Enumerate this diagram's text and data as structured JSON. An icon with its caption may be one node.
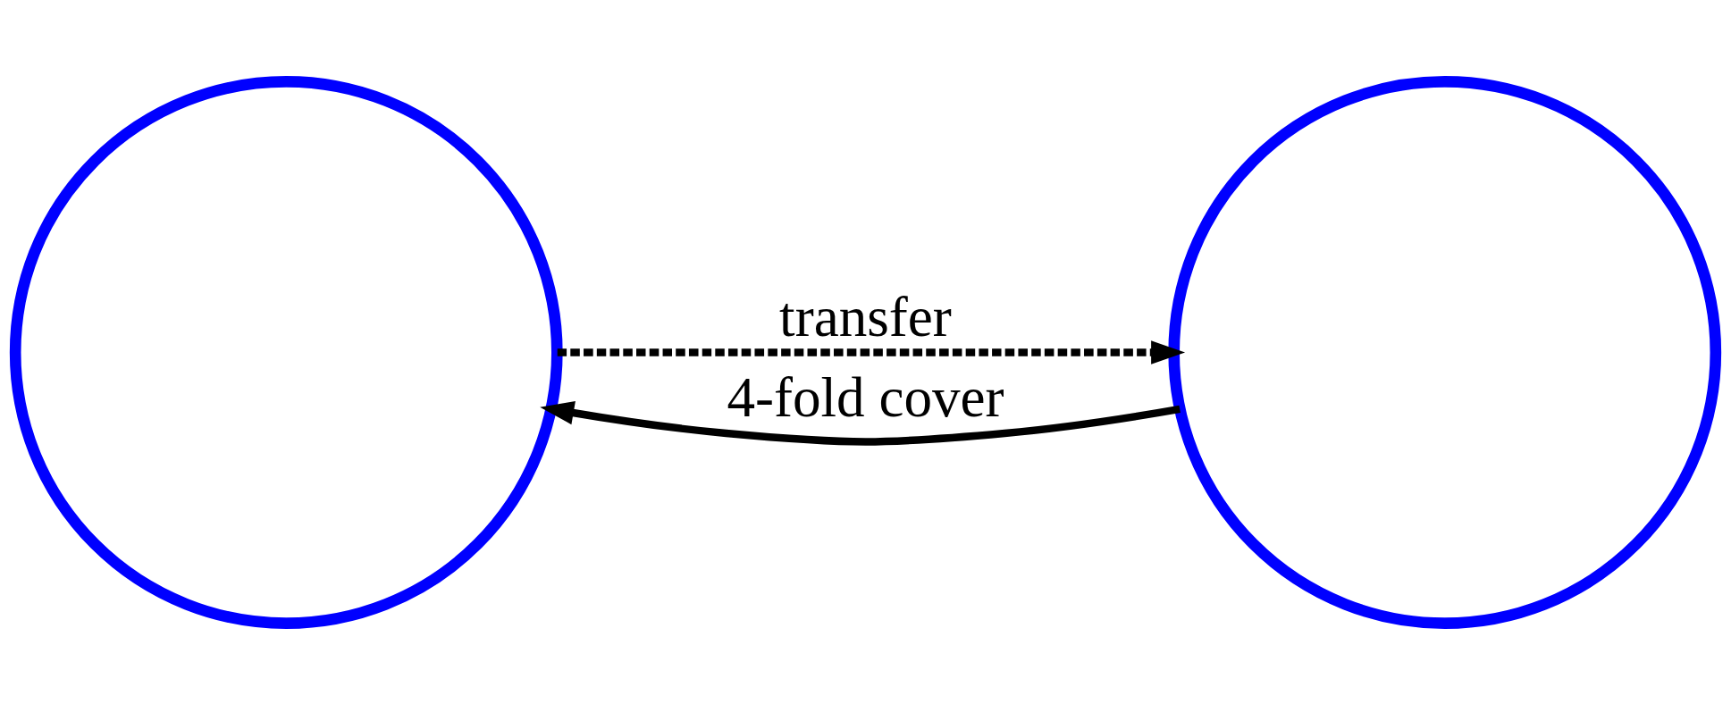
{
  "diagram": {
    "nodes": [
      {
        "text": [],
        "shape": "circle"
      },
      {
        "text": [],
        "shape": "circle"
      }
    ],
    "edges": [
      {
        "from": 0,
        "to": 1,
        "arrow": "to",
        "label": "transfer",
        "style": "dashed"
      },
      {
        "from": 1,
        "to": 0,
        "arrow": "to",
        "label": "4-fold cover"
      }
    ]
  }
}
